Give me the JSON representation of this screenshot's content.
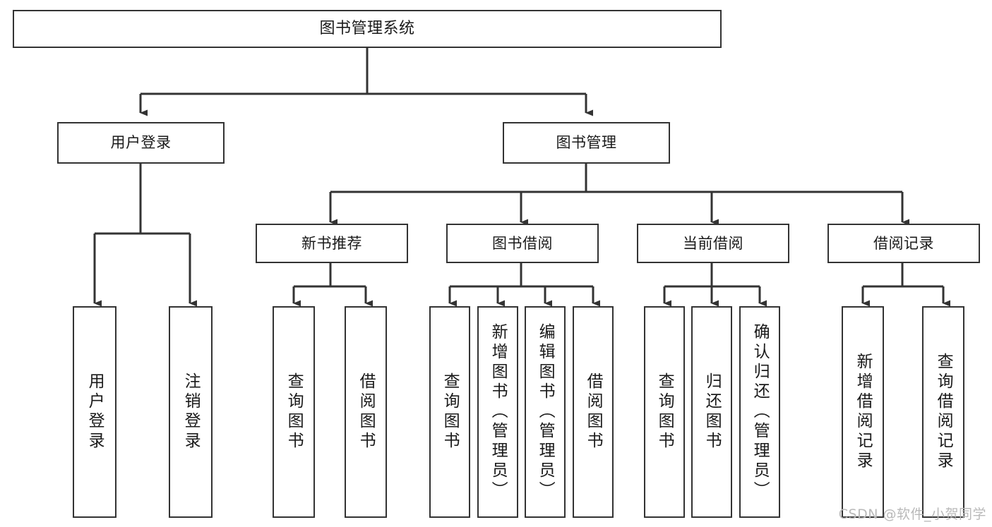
{
  "diagram": {
    "title": "图书管理系统",
    "type": "tree-hierarchy-diagram",
    "orientation": "top-down",
    "colors": {
      "stroke": "#333333",
      "fill": "#ffffff",
      "text": "#1a1a1a",
      "watermark": "#b9b9b9"
    },
    "watermark": "CSDN @软件_小贺同学"
  },
  "nodes": {
    "root": {
      "label": "图书管理系统"
    },
    "level1": [
      {
        "id": "user-login",
        "label": "用户登录"
      },
      {
        "id": "book-management",
        "label": "图书管理"
      }
    ],
    "level2": [
      {
        "id": "new-book-recommend",
        "label": "新书推荐"
      },
      {
        "id": "book-borrow",
        "label": "图书借阅"
      },
      {
        "id": "current-borrow",
        "label": "当前借阅"
      },
      {
        "id": "borrow-record",
        "label": "借阅记录"
      }
    ],
    "leaves": {
      "user_login": [
        {
          "id": "leaf-user-login",
          "label": "用户登录"
        },
        {
          "id": "leaf-logout-login",
          "label": "注销登录"
        }
      ],
      "new_book_recommend": [
        {
          "id": "leaf-query-book-1",
          "label": "查询图书"
        },
        {
          "id": "leaf-borrow-book-1",
          "label": "借阅图书"
        }
      ],
      "book_borrow": [
        {
          "id": "leaf-query-book-2",
          "label": "查询图书"
        },
        {
          "id": "leaf-add-book",
          "label": "新增图书（管理员）"
        },
        {
          "id": "leaf-edit-book",
          "label": "编辑图书（管理员）"
        },
        {
          "id": "leaf-borrow-book-2",
          "label": "借阅图书"
        }
      ],
      "current_borrow": [
        {
          "id": "leaf-query-book-3",
          "label": "查询图书"
        },
        {
          "id": "leaf-return-book",
          "label": "归还图书"
        },
        {
          "id": "leaf-confirm-return",
          "label": "确认归还（管理员）"
        }
      ],
      "borrow_record": [
        {
          "id": "leaf-add-record",
          "label": "新增借阅记录"
        },
        {
          "id": "leaf-query-record",
          "label": "查询借阅记录"
        }
      ]
    }
  }
}
